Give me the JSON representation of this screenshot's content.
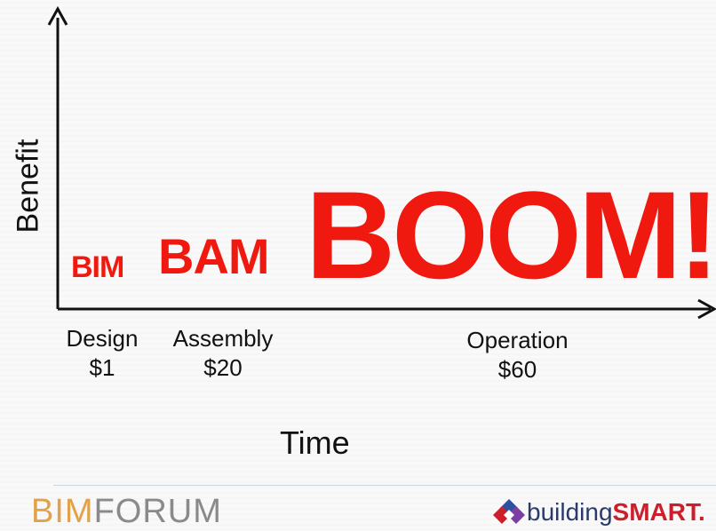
{
  "y_axis_label": "Benefit",
  "x_axis_label": "Time",
  "stages": [
    {
      "word": "BIM",
      "phase": "Design",
      "cost": "$1"
    },
    {
      "word": "BAM",
      "phase": "Assembly",
      "cost": "$20"
    },
    {
      "word": "BOOM!",
      "phase": "Operation",
      "cost": "$60"
    }
  ],
  "footer": {
    "left_logo_accent": "BIM",
    "left_logo_rest": "FORUM",
    "right_logo_normal": "building",
    "right_logo_bold": "SMART."
  },
  "colors": {
    "emphasis": "#f0190f",
    "axis": "#111111",
    "bimforum_accent": "#e0a24a",
    "bimforum_gray": "#8a8a8a",
    "buildingsmart_navy": "#2a3a6a",
    "buildingsmart_red": "#cc1f2b"
  }
}
